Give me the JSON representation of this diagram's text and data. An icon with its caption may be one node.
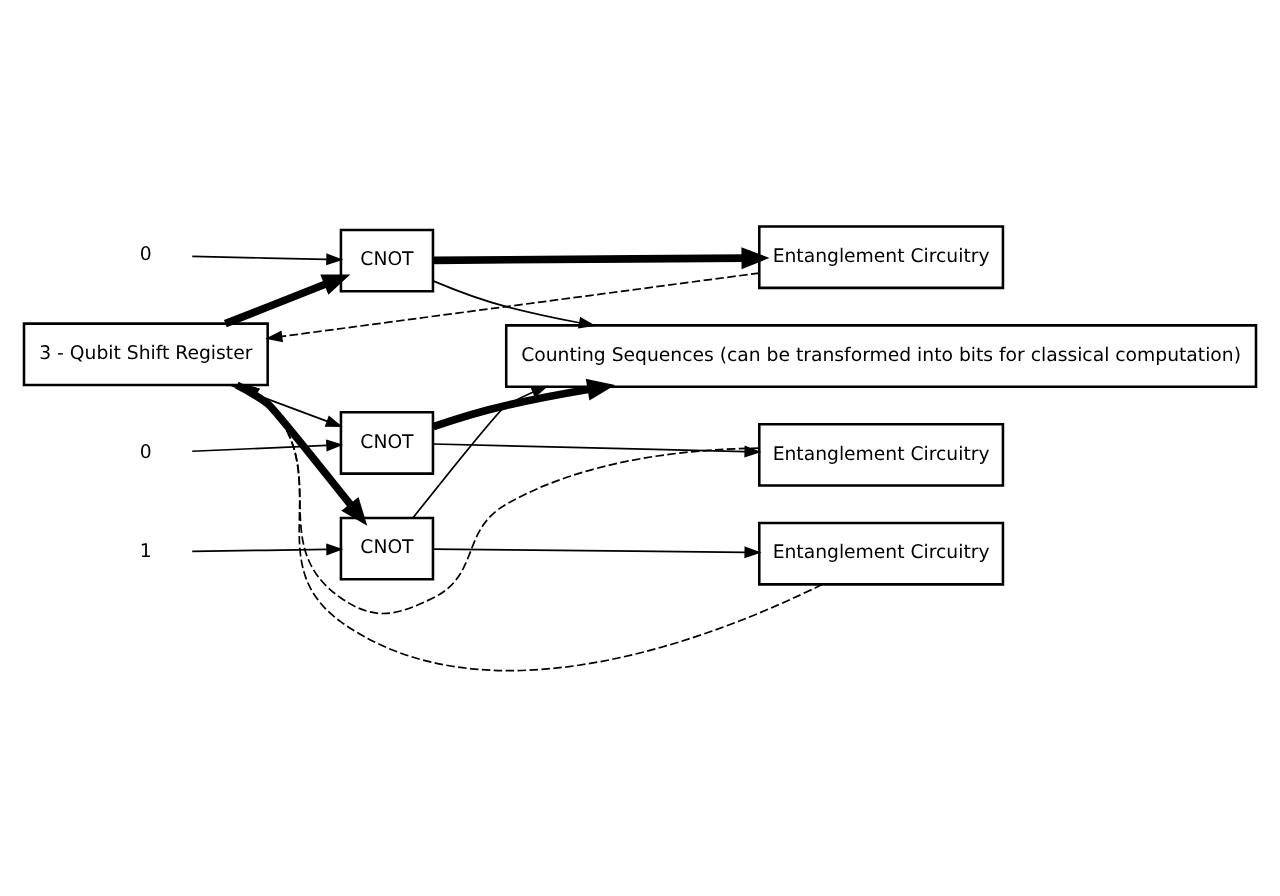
{
  "diagram": {
    "nodes": [
      {
        "text": [
          "3 - Qubit Shift Register"
        ]
      },
      {
        "text": [
          "CNOT"
        ]
      },
      {
        "text": [
          "CNOT"
        ]
      },
      {
        "text": [
          "CNOT"
        ]
      },
      {
        "text": [
          "Entanglement Circuitry"
        ]
      },
      {
        "text": [
          "Entanglement Circuitry"
        ]
      },
      {
        "text": [
          "Entanglement Circuitry"
        ]
      },
      {
        "text": [
          "Counting Sequences (can be transformed into bits for classical computation)"
        ]
      },
      {
        "text": [
          "0"
        ]
      },
      {
        "text": [
          "0"
        ]
      },
      {
        "text": [
          "1"
        ]
      }
    ],
    "edges": [
      {
        "from": 0,
        "to": 1,
        "arrow": "to",
        "style": "thick"
      },
      {
        "from": 0,
        "to": 2,
        "arrow": "to"
      },
      {
        "from": 0,
        "to": 3,
        "arrow": "to",
        "style": "thick"
      },
      {
        "from": 8,
        "to": 1,
        "arrow": "to"
      },
      {
        "from": 9,
        "to": 2,
        "arrow": "to"
      },
      {
        "from": 10,
        "to": 3,
        "arrow": "to"
      },
      {
        "from": 1,
        "to": 4,
        "arrow": "to",
        "style": "thick"
      },
      {
        "from": 2,
        "to": 5,
        "arrow": "to"
      },
      {
        "from": 3,
        "to": 6,
        "arrow": "to"
      },
      {
        "from": 1,
        "to": 7,
        "arrow": "to"
      },
      {
        "from": 2,
        "to": 7,
        "arrow": "to",
        "style": "thick"
      },
      {
        "from": 3,
        "to": 7,
        "arrow": "to"
      },
      {
        "from": 4,
        "to": 0,
        "arrow": "to",
        "style": "dashed"
      },
      {
        "from": 5,
        "to": 0,
        "arrow": "to",
        "style": "dashed"
      },
      {
        "from": 6,
        "to": 0,
        "arrow": "to",
        "style": "dashed"
      }
    ]
  }
}
